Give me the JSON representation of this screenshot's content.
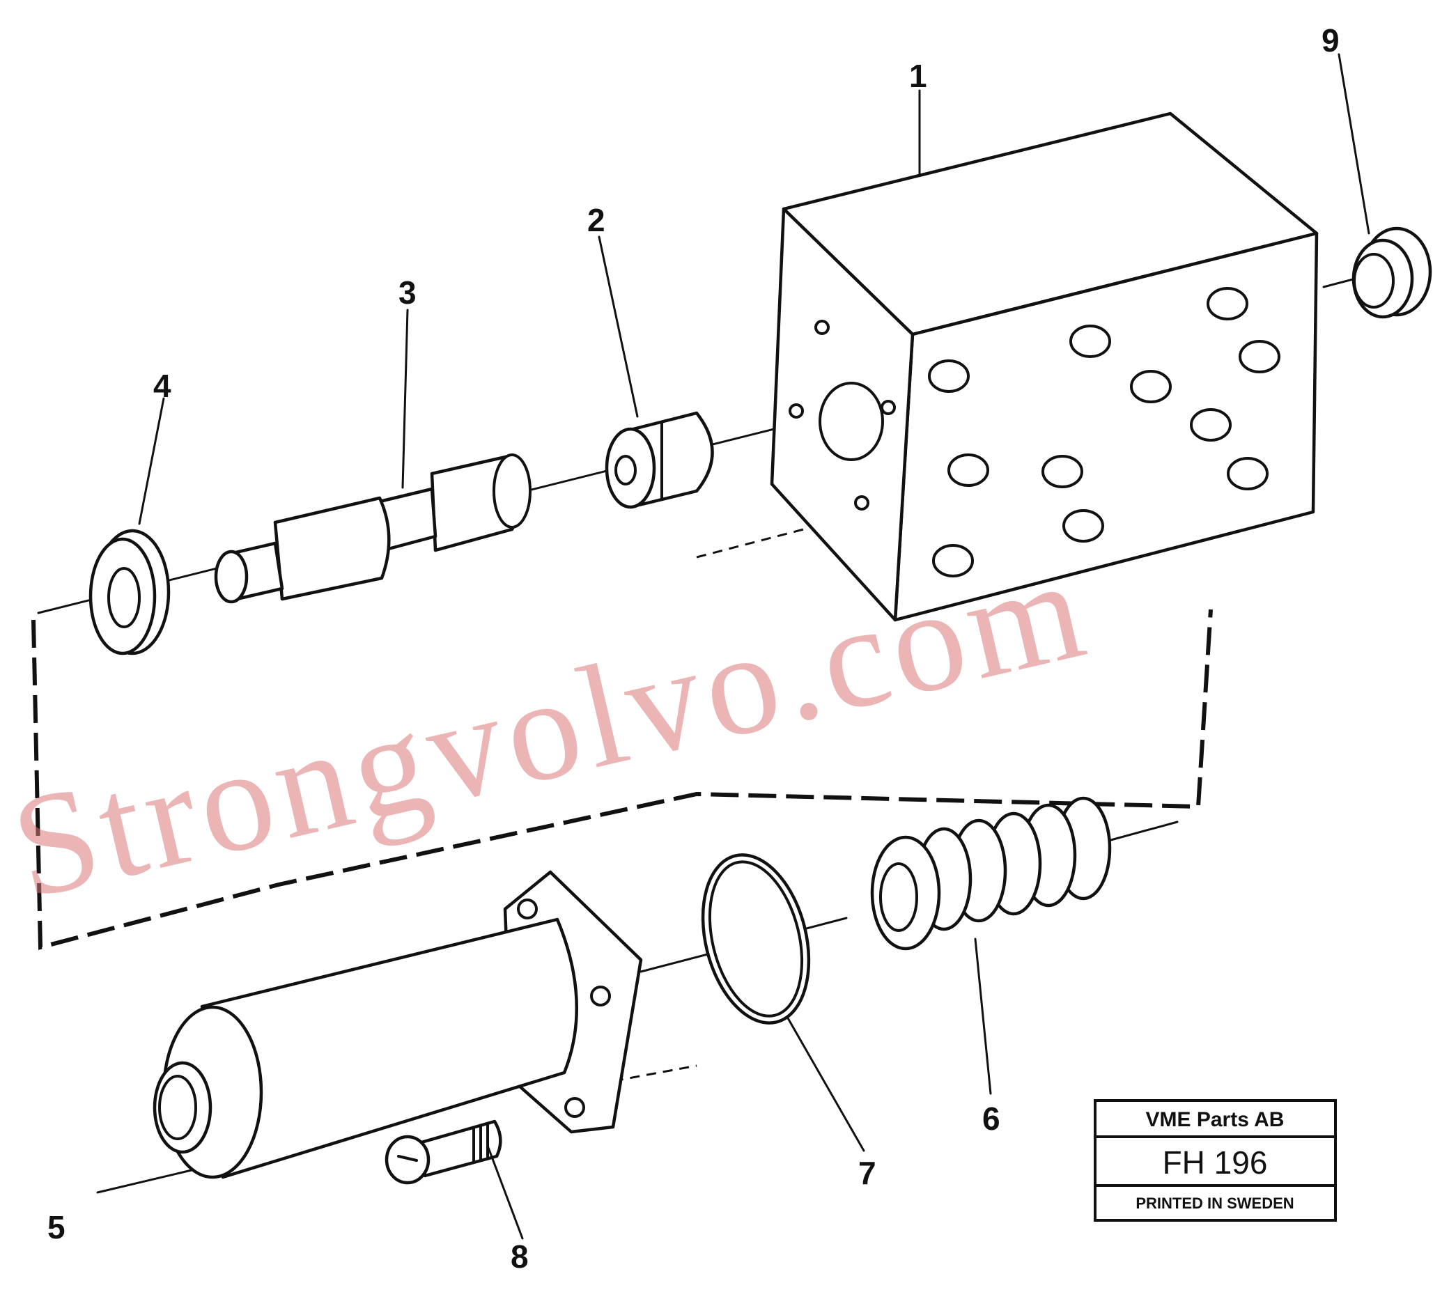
{
  "diagram": {
    "callouts": [
      {
        "id": "1",
        "label": "1"
      },
      {
        "id": "2",
        "label": "2"
      },
      {
        "id": "3",
        "label": "3"
      },
      {
        "id": "4",
        "label": "4"
      },
      {
        "id": "5",
        "label": "5"
      },
      {
        "id": "6",
        "label": "6"
      },
      {
        "id": "7",
        "label": "7"
      },
      {
        "id": "8",
        "label": "8"
      },
      {
        "id": "9",
        "label": "9"
      }
    ]
  },
  "title_block": {
    "company": "VME Parts AB",
    "code": "FH 196",
    "printed": "PRINTED IN SWEDEN"
  },
  "watermark": {
    "text": "Strongvolvo.com",
    "color": "#dc7878"
  }
}
